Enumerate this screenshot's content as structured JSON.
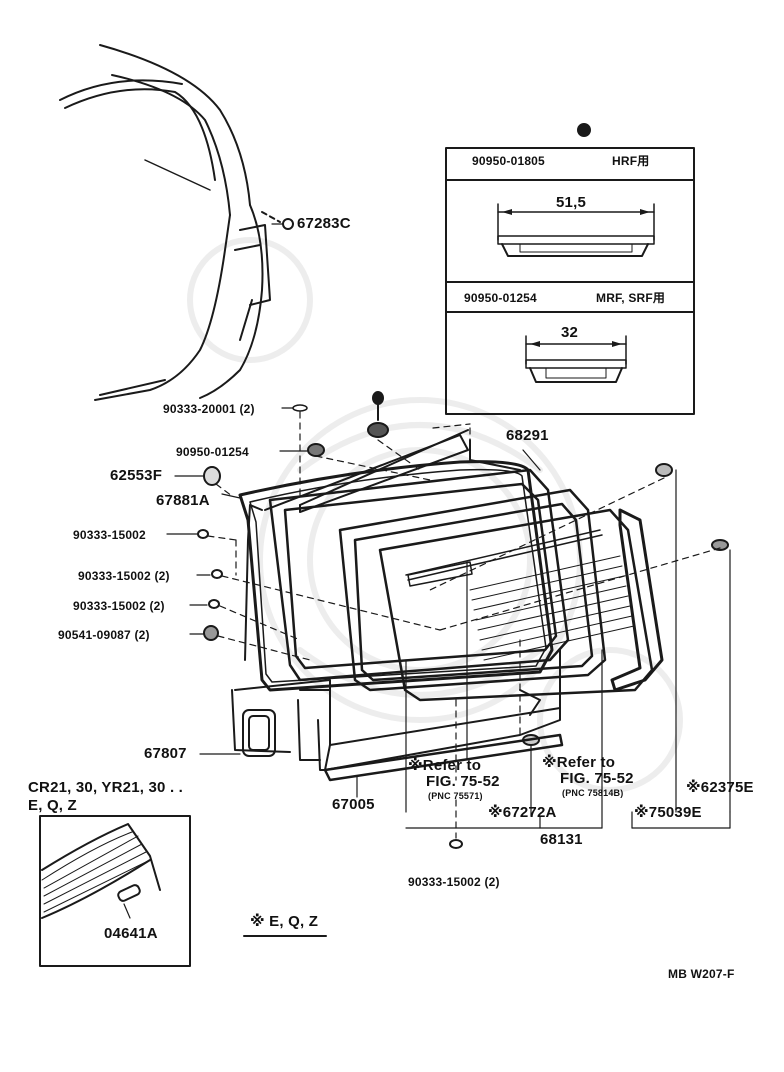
{
  "diagram": {
    "page_code": "MB  W207-F",
    "part_labels": {
      "p67283C": "67283C",
      "p90333_20001": "90333-20001 (2)",
      "p90950_01254": "90950-01254",
      "p62553F": "62553F",
      "p67881A": "67881A",
      "p90333_15002_a": "90333-15002",
      "p90333_15002_b": "90333-15002 (2)",
      "p90333_15002_c": "90333-15002 (2)",
      "p90541_09087": "90541-09087 (2)",
      "p67807": "67807",
      "p67005": "67005",
      "p68291": "68291",
      "p68131": "68131",
      "p90333_15002_d": "90333-15002 (2)",
      "p67272A": "※67272A",
      "p75039E": "※75039E",
      "p62375E": "※62375E",
      "p04641A": "04641A"
    },
    "refs": {
      "ref1_line1": "※Refer to",
      "ref1_line2": "FIG. 75-52",
      "ref1_line3": "(PNC 75571)",
      "ref2_line1": "※Refer to",
      "ref2_line2": "FIG. 75-52",
      "ref2_line3": "(PNC 75814B)"
    },
    "inset": {
      "row1_part": "90950-01805",
      "row1_note": "HRF用",
      "row1_dim": "51,5",
      "row2_part": "90950-01254",
      "row2_note": "MRF, SRF用",
      "row2_dim": "32"
    },
    "variant_box": {
      "line1": "CR21, 30, YR21, 30 . .",
      "line2": "E, Q, Z"
    },
    "footnote": "※ E, Q, Z"
  }
}
